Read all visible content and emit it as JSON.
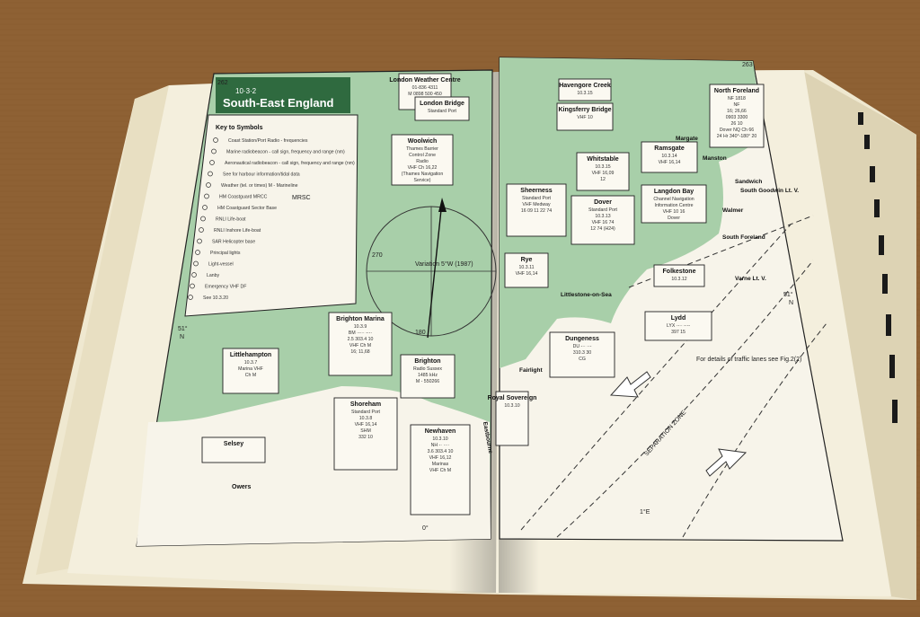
{
  "left_page": {
    "page_number": "262",
    "section_number": "10·3·2",
    "title": "South-East England",
    "key": {
      "heading": "Key to Symbols",
      "items": [
        "Coast Station/Port Radio - frequencies",
        "Marine radiobeacon - call sign, frequency and range (nm)",
        "Aeronautical radiobeacon - call sign, frequency and range (nm)",
        "See for harbour information/tidal data",
        "Weather (tel. or times)  M - Marineline",
        "HM Coastguard MRCC",
        "HM Coastguard Sector Base",
        "RNLI Life-boat",
        "RNLI Inshore Life-boat",
        "SAR Helicopter base",
        "Principal lights",
        "Light-vessel",
        "Lanby",
        "Emergency  VHF DF",
        "See 10.3.20"
      ],
      "mrsc": "MRSC"
    },
    "compass": {
      "deg_270": "270",
      "deg_180": "180",
      "variation": "Variation  5°W (1987)"
    },
    "lat_label": "51°\nN",
    "long_label": "0°",
    "boxes": {
      "london_weather": {
        "title": "London Weather Centre",
        "lines": [
          "01-836 4311",
          "M  0898 500 450"
        ]
      },
      "london_bridge": {
        "title": "London Bridge",
        "lines": [
          "Standard Port"
        ]
      },
      "woolwich": {
        "title": "Woolwich",
        "lines": [
          "Thames Barrier",
          "Control Zone",
          "Radio",
          "VHF Ch 16,22",
          "(Thames Navigation",
          "Service)"
        ]
      },
      "brighton_marina": {
        "title": "Brighton Marina",
        "lines": [
          "10.3.9",
          "BM  ·-··· -·-·",
          "2.5  303.4  10",
          "VHF Ch M",
          "16; 11,68"
        ]
      },
      "littlehampton": {
        "title": "Littlehampton",
        "lines": [
          "10.3.7",
          "Marina VHF",
          "Ch M"
        ]
      },
      "brighton": {
        "title": "Brighton",
        "lines": [
          "Radio Sussex",
          "1485 kHz",
          "M - 550266"
        ]
      },
      "shoreham": {
        "title": "Shoreham",
        "lines": [
          "Standard Port",
          "10.3.8",
          "VHF 16,14",
          "SHM",
          "332  10"
        ]
      },
      "newhaven": {
        "title": "Newhaven",
        "lines": [
          "10.3.10",
          "NH  -· ····",
          "3.6  303.4  10",
          "VHF 16,12",
          "Marinas",
          "VHF Ch M"
        ]
      },
      "selsey": {
        "title": "Selsey"
      },
      "owers": {
        "title": "Owers"
      },
      "eastbourne": {
        "title": "Eastbourne"
      }
    }
  },
  "right_page": {
    "page_number": "263",
    "long_label": "1°E",
    "lat_label": "51°\nN",
    "separation_zone": "SEPARATION ZONE",
    "traffic_note": "For details of traffic lanes see Fig.2(2)",
    "boxes": {
      "havengore": {
        "title": "Havengore Creek",
        "lines": [
          "10.3.15"
        ]
      },
      "kingsferry": {
        "title": "Kingsferry Bridge",
        "lines": [
          "VHF 10"
        ]
      },
      "north_foreland": {
        "title": "North Foreland",
        "lines": [
          "NF 1818",
          "NF",
          "16; 26,66",
          "0903 3300",
          "26  10",
          "Dover  NQ Ch 66",
          "24 Hr 340°-180° 20"
        ]
      },
      "whitstable": {
        "title": "Whitstable",
        "lines": [
          "10.3.15",
          "VHF 16,09",
          "12"
        ]
      },
      "ramsgate": {
        "title": "Ramsgate",
        "lines": [
          "10.3.14",
          "VHF 16,14"
        ]
      },
      "langdon_bay": {
        "title": "Langdon Bay",
        "lines": [
          "Channel Navigation",
          "Information Centre",
          "VHF 10 16",
          "Dover"
        ]
      },
      "sheerness": {
        "title": "Sheerness",
        "lines": [
          "Standard Port",
          "VHF Medway",
          "16 09 11 22 74"
        ]
      },
      "dover": {
        "title": "Dover",
        "lines": [
          "Standard Port",
          "10.3.13",
          "VHF 16 74",
          "12  74 (H24)"
        ]
      },
      "rye": {
        "title": "Rye",
        "lines": [
          "10.3.11",
          "VHF 16,14"
        ]
      },
      "folkestone": {
        "title": "Folkestone",
        "lines": [
          "10.3.12"
        ]
      },
      "lydd": {
        "title": "Lydd",
        "lines": [
          "LYX  ·-·· -·--",
          "397  15"
        ]
      },
      "dungeness": {
        "title": "Dungeness",
        "lines": [
          "DU  -·· ··-",
          "310.3  30",
          "CG"
        ]
      },
      "royal_sovereign": {
        "title": "Royal Sovereign",
        "lines": [
          "10.3.10"
        ]
      }
    },
    "places": {
      "margate": "Margate",
      "manston": "Manston",
      "sandwich": "Sandwich",
      "south_goodwin": "South Goodwin Lt. V.",
      "walmer": "Walmer",
      "south_foreland": "South Foreland",
      "varne": "Varne Lt. V.",
      "littlestone": "Littlestone-on-Sea",
      "fairlight": "Fairlight"
    }
  }
}
